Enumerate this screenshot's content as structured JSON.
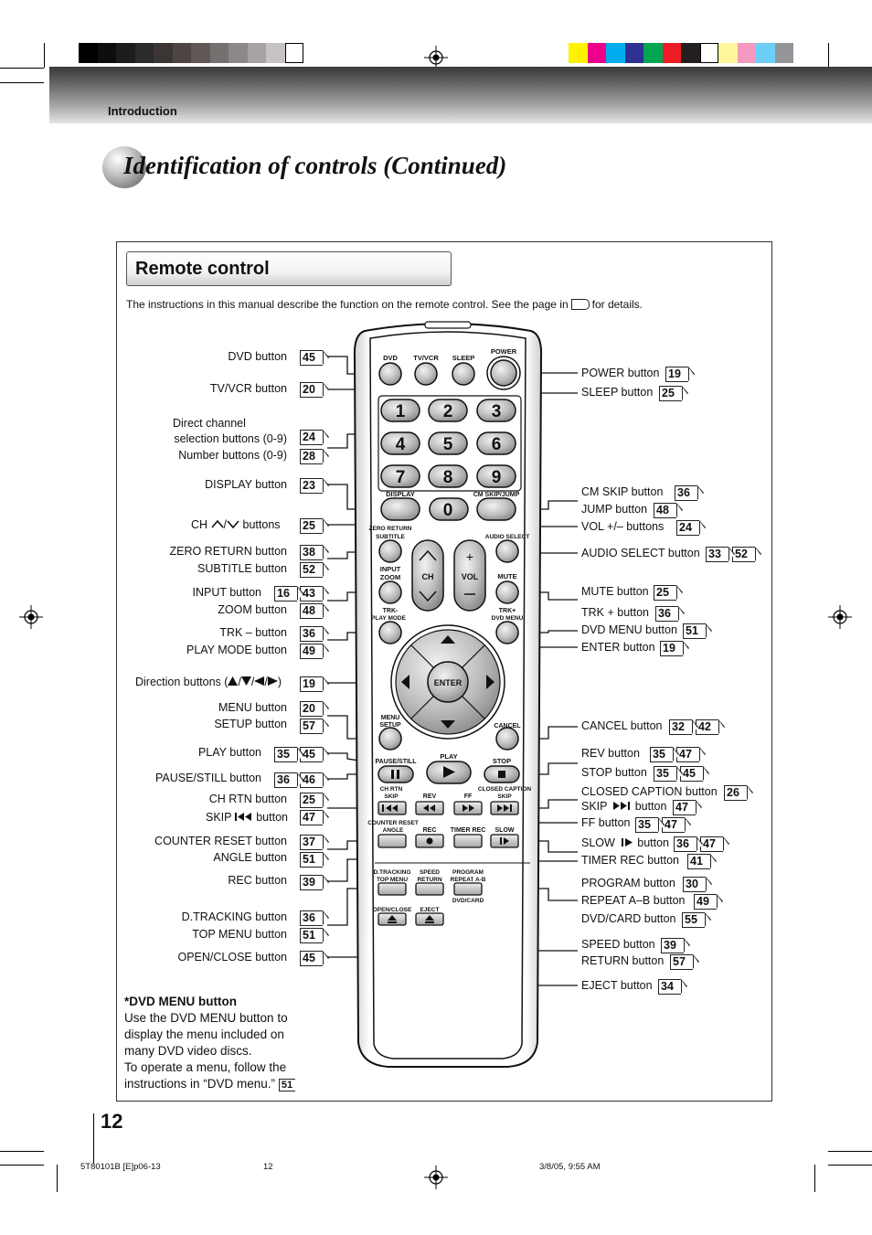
{
  "section": "Introduction",
  "title": "Identification of controls (Continued)",
  "heading": "Remote control",
  "intro": {
    "before": "The instructions in this manual describe the function on the remote control. See the page in",
    "after": "for details."
  },
  "colors": {
    "grays": [
      "#000000",
      "#0e0e0e",
      "#1c1c1c",
      "#2b2b2b",
      "#3b3533",
      "#4d4543",
      "#5f5856",
      "#757070",
      "#8c8888",
      "#a8a3a2",
      "#c6c2c1",
      "#ffffff"
    ],
    "process": [
      "#fff200",
      "#ec008c",
      "#00aeef",
      "#2e3192",
      "#00a651",
      "#ed1c24",
      "#231f20",
      "#ffffff",
      "#fff799",
      "#f49ac1",
      "#6dcff6",
      "#939598"
    ]
  },
  "left_labels": [
    {
      "id": "dvd",
      "lines": [
        "DVD button"
      ],
      "refs": [
        "45"
      ]
    },
    {
      "id": "tvvcr",
      "lines": [
        "TV/VCR button"
      ],
      "refs": [
        "20"
      ]
    },
    {
      "id": "direct",
      "lines": [
        "Direct channel",
        "selection buttons (0-9)",
        "Number buttons (0-9)"
      ],
      "refs": [
        "24",
        "28"
      ]
    },
    {
      "id": "display",
      "lines": [
        "DISPLAY button"
      ],
      "refs": [
        "23"
      ]
    },
    {
      "id": "ch",
      "lines": [
        "CH",
        "/",
        "buttons"
      ],
      "refs": [
        "25"
      ]
    },
    {
      "id": "zero",
      "lines": [
        "ZERO RETURN button",
        "SUBTITLE button"
      ],
      "refs": [
        "38",
        "52"
      ]
    },
    {
      "id": "input",
      "lines": [
        "INPUT button",
        "ZOOM button"
      ],
      "refs": [
        "16",
        "43",
        "48"
      ]
    },
    {
      "id": "trkm",
      "lines": [
        "TRK – button",
        "PLAY MODE button"
      ],
      "refs": [
        "36",
        "49"
      ]
    },
    {
      "id": "dir",
      "lines": [
        "Direction buttons (",
        "/",
        "/",
        "/",
        ")"
      ],
      "refs": [
        "19"
      ]
    },
    {
      "id": "menu",
      "lines": [
        "MENU button",
        "SETUP button"
      ],
      "refs": [
        "20",
        "57"
      ]
    },
    {
      "id": "play",
      "lines": [
        "PLAY button"
      ],
      "refs": [
        "35",
        "45"
      ]
    },
    {
      "id": "pause",
      "lines": [
        "PAUSE/STILL button"
      ],
      "refs": [
        "36",
        "46"
      ]
    },
    {
      "id": "chrtn",
      "lines": [
        "CH RTN button",
        "SKIP",
        "button"
      ],
      "refs": [
        "25",
        "47"
      ]
    },
    {
      "id": "counter",
      "lines": [
        "COUNTER RESET button",
        "ANGLE button"
      ],
      "refs": [
        "37",
        "51"
      ]
    },
    {
      "id": "rec",
      "lines": [
        "REC button"
      ],
      "refs": [
        "39"
      ]
    },
    {
      "id": "dtrack",
      "lines": [
        "D.TRACKING button",
        "TOP MENU button"
      ],
      "refs": [
        "36",
        "51"
      ]
    },
    {
      "id": "openclose",
      "lines": [
        "OPEN/CLOSE button"
      ],
      "refs": [
        "45"
      ]
    }
  ],
  "right_labels": [
    {
      "id": "power",
      "lines": [
        "POWER button"
      ],
      "refs": [
        "19"
      ]
    },
    {
      "id": "sleep",
      "lines": [
        "SLEEP button"
      ],
      "refs": [
        "25"
      ]
    },
    {
      "id": "cmskip",
      "lines": [
        "CM SKIP button",
        "JUMP button",
        "VOL +/–  buttons"
      ],
      "refs": [
        "36",
        "48",
        "24"
      ]
    },
    {
      "id": "audio",
      "lines": [
        "AUDIO SELECT button"
      ],
      "refs": [
        "33",
        "52"
      ]
    },
    {
      "id": "mute",
      "lines": [
        "MUTE button"
      ],
      "refs": [
        "25"
      ]
    },
    {
      "id": "trkp",
      "lines": [
        "TRK + button",
        "DVD MENU button",
        "ENTER button"
      ],
      "refs": [
        "36",
        "51",
        "19"
      ]
    },
    {
      "id": "cancel",
      "lines": [
        "CANCEL button"
      ],
      "refs": [
        "32",
        "42"
      ]
    },
    {
      "id": "rev",
      "lines": [
        "REV button",
        "STOP button",
        "CLOSED CAPTION button",
        "SKIP",
        "button",
        "FF button"
      ],
      "refs": [
        "35",
        "47",
        "35",
        "45",
        "26",
        "47",
        "35",
        "47"
      ]
    },
    {
      "id": "slow",
      "lines": [
        "SLOW",
        "button",
        "TIMER REC button"
      ],
      "refs": [
        "36",
        "47",
        "41"
      ]
    },
    {
      "id": "program",
      "lines": [
        "PROGRAM button",
        "REPEAT A–B button",
        "DVD/CARD button"
      ],
      "refs": [
        "30",
        "49",
        "55"
      ]
    },
    {
      "id": "speed",
      "lines": [
        "SPEED button",
        "RETURN button"
      ],
      "refs": [
        "39",
        "57"
      ]
    },
    {
      "id": "eject",
      "lines": [
        "EJECT button"
      ],
      "refs": [
        "34"
      ]
    }
  ],
  "remote": {
    "top_labels": [
      "DVD",
      "TV/VCR",
      "SLEEP",
      "POWER"
    ],
    "digits": [
      "1",
      "2",
      "3",
      "4",
      "5",
      "6",
      "7",
      "8",
      "9",
      "0"
    ],
    "display": "DISPLAY",
    "cmskip": "CM SKIP/JUMP",
    "zero_return": [
      "ZERO RETURN",
      "SUBTITLE"
    ],
    "audio_select": "AUDIO SELECT",
    "input_zoom": [
      "INPUT",
      "ZOOM"
    ],
    "mute": "MUTE",
    "ch": "CH",
    "vol": "VOL",
    "trk_minus": [
      "TRK-",
      "PLAY MODE"
    ],
    "trk_plus": [
      "TRK+",
      "DVD MENU"
    ],
    "enter": "ENTER",
    "menu_setup": [
      "MENU",
      "SETUP"
    ],
    "cancel": "CANCEL",
    "pause": "PAUSE/STILL",
    "play": "PLAY",
    "stop": "STOP",
    "chrtn": [
      "CH RTN",
      "SKIP"
    ],
    "rev": "REV",
    "ff": "FF",
    "cc": [
      "CLOSED CAPTION",
      "SKIP"
    ],
    "counter": [
      "COUNTER RESET",
      "ANGLE"
    ],
    "rec": "REC",
    "timer": "TIMER REC",
    "slow": "SLOW",
    "dtrack": [
      "D.TRACKING",
      "TOP MENU"
    ],
    "speed": [
      "SPEED",
      "RETURN"
    ],
    "program": [
      "PROGRAM",
      "REPEAT A-B"
    ],
    "dvdcard": "DVD/CARD",
    "openclose": "OPEN/CLOSE",
    "eject": "EJECT"
  },
  "note": {
    "title": "*DVD MENU button",
    "body": "Use the DVD MENU button to display the menu included on many DVD video discs.",
    "body2": "To operate a menu, follow the instructions in “DVD menu.”",
    "ref": "51"
  },
  "page_number": "12",
  "footer": {
    "file": "5T80101B [E]p06-13",
    "page": "12",
    "date": "3/8/05, 9:55 AM"
  }
}
